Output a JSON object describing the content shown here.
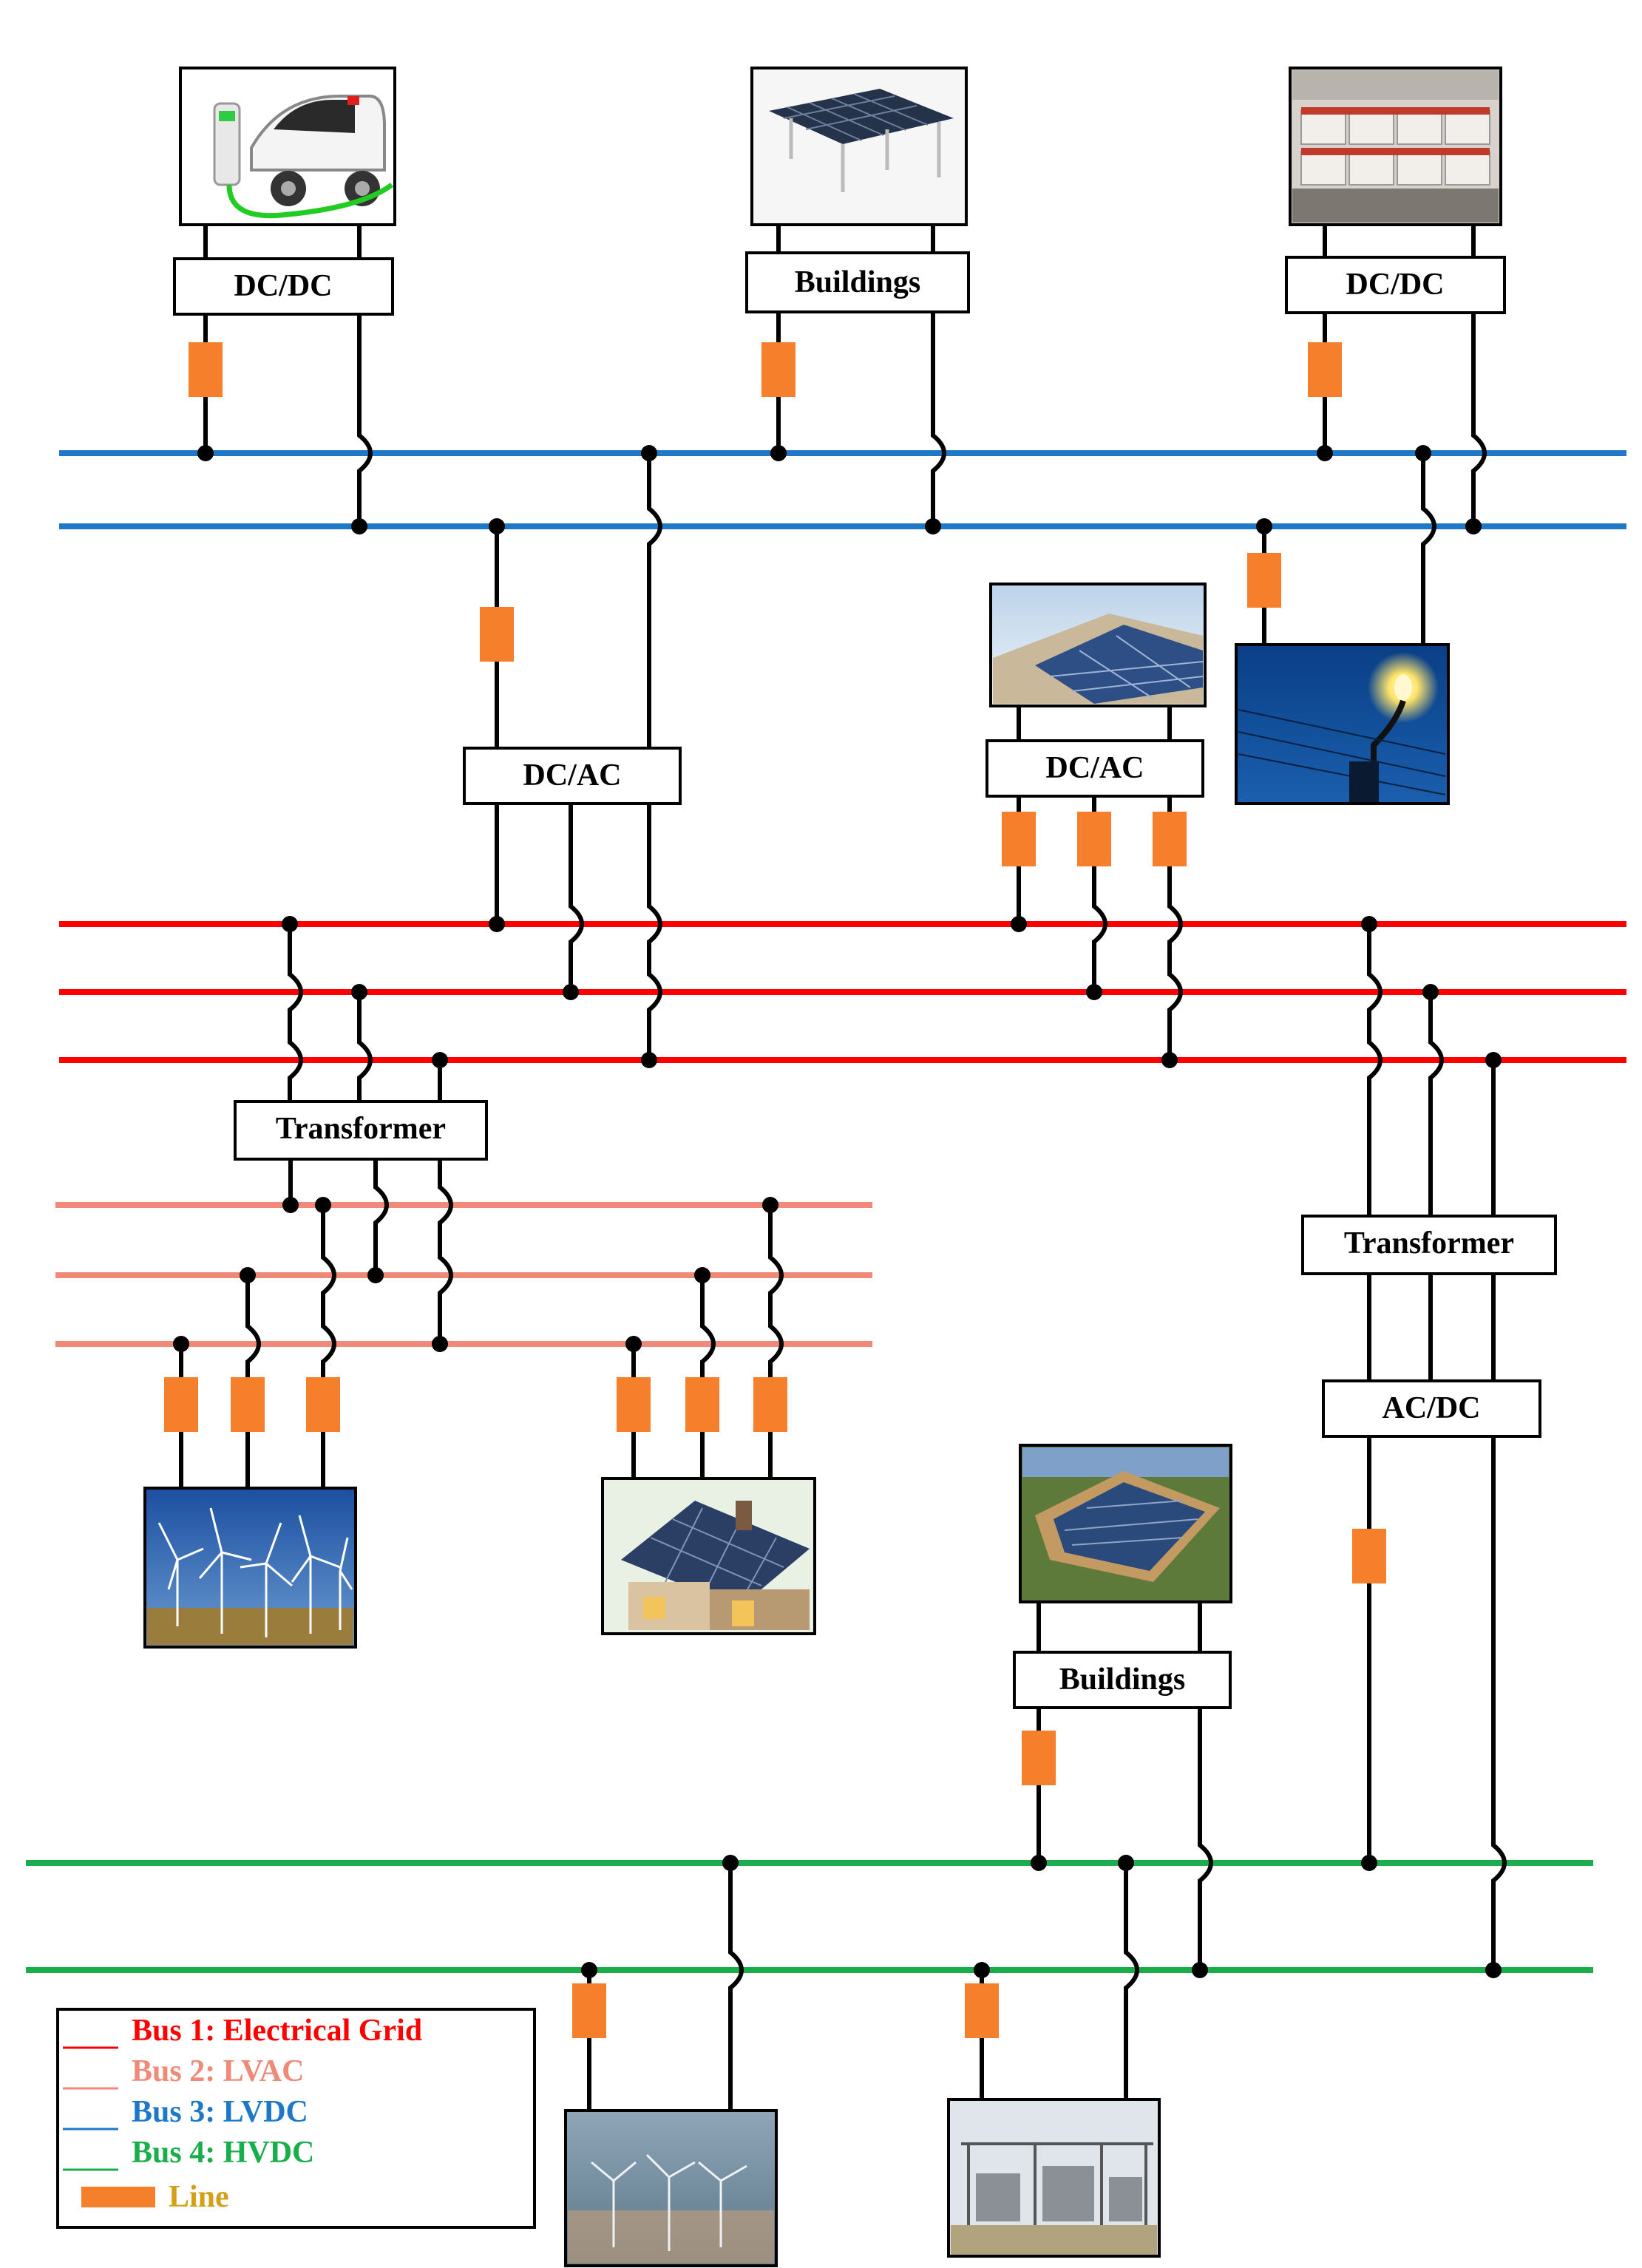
{
  "colors": {
    "bus1": "#ff0000",
    "bus2": "#f08a78",
    "bus3": "#1e78c8",
    "bus4": "#1aae4a",
    "line": "#f57f2a",
    "line_legend_text": "#d4a017",
    "wire": "#000000"
  },
  "boxes": {
    "dcdc_ev": "DC/DC",
    "buildings_top": "Buildings",
    "dcdc_battery": "DC/DC",
    "dcac_center": "DC/AC",
    "dcac_solar": "DC/AC",
    "transformer_left": "Transformer",
    "transformer_right": "Transformer",
    "acdc": "AC/DC",
    "buildings_bottom": "Buildings"
  },
  "images": [
    {
      "key": "ev",
      "icon": "ev-charging-icon"
    },
    {
      "key": "canopy",
      "icon": "solar-canopy-icon"
    },
    {
      "key": "battery",
      "icon": "battery-bank-icon"
    },
    {
      "key": "pvfield",
      "icon": "solar-field-icon"
    },
    {
      "key": "streetlight",
      "icon": "street-light-icon"
    },
    {
      "key": "windfarm",
      "icon": "wind-farm-icon"
    },
    {
      "key": "solarhouse",
      "icon": "solar-house-icon"
    },
    {
      "key": "solarpark",
      "icon": "aerial-solar-park-icon"
    },
    {
      "key": "offshore",
      "icon": "offshore-wind-icon"
    },
    {
      "key": "substation",
      "icon": "substation-icon"
    }
  ],
  "legend": {
    "bus1": "Bus 1: Electrical Grid",
    "bus2": "Bus 2: LVAC",
    "bus3": "Bus 3: LVDC",
    "bus4": "Bus 4: HVDC",
    "line": "Line"
  }
}
